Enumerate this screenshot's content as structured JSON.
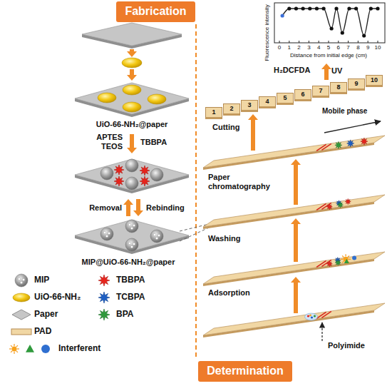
{
  "diagram": {
    "nodes": [
      {
        "text": [
          "Fabrication"
        ]
      },
      {
        "text": [
          "1"
        ]
      },
      {
        "text": [
          "2"
        ]
      },
      {
        "text": [
          "3"
        ]
      },
      {
        "text": [
          "4"
        ]
      },
      {
        "text": [
          "5"
        ]
      },
      {
        "text": [
          "6"
        ]
      },
      {
        "text": [
          "7"
        ]
      },
      {
        "text": [
          "8"
        ]
      },
      {
        "text": [
          "9"
        ]
      },
      {
        "text": [
          "10"
        ]
      },
      {
        "text": [
          "Determination"
        ]
      }
    ],
    "labels": [
      "Fluorescence intensity",
      "0",
      "1",
      "2",
      "3",
      "4",
      "5",
      "6",
      "7",
      "8",
      "9",
      "10",
      "Distance from initial edge (cm)",
      "H₂DCFDA",
      "UV",
      "UiO-66-NH₂@paper",
      "Cutting",
      "Mobile phase",
      "APTES TEOS",
      "TBBPA",
      "Paper chromatography",
      "Removal",
      "Rebinding",
      "MIP@UiO-66-NH₂@paper",
      "Washing",
      "Adsorption",
      "Polyimide"
    ],
    "legend": [
      {
        "text": "MIP"
      },
      {
        "text": "TBBPA"
      },
      {
        "text": "UiO-66-NH₂"
      },
      {
        "text": "TCBPA"
      },
      {
        "text": "Paper"
      },
      {
        "text": "BPA"
      },
      {
        "text": "PAD"
      },
      {
        "text": "Interferent"
      }
    ]
  }
}
